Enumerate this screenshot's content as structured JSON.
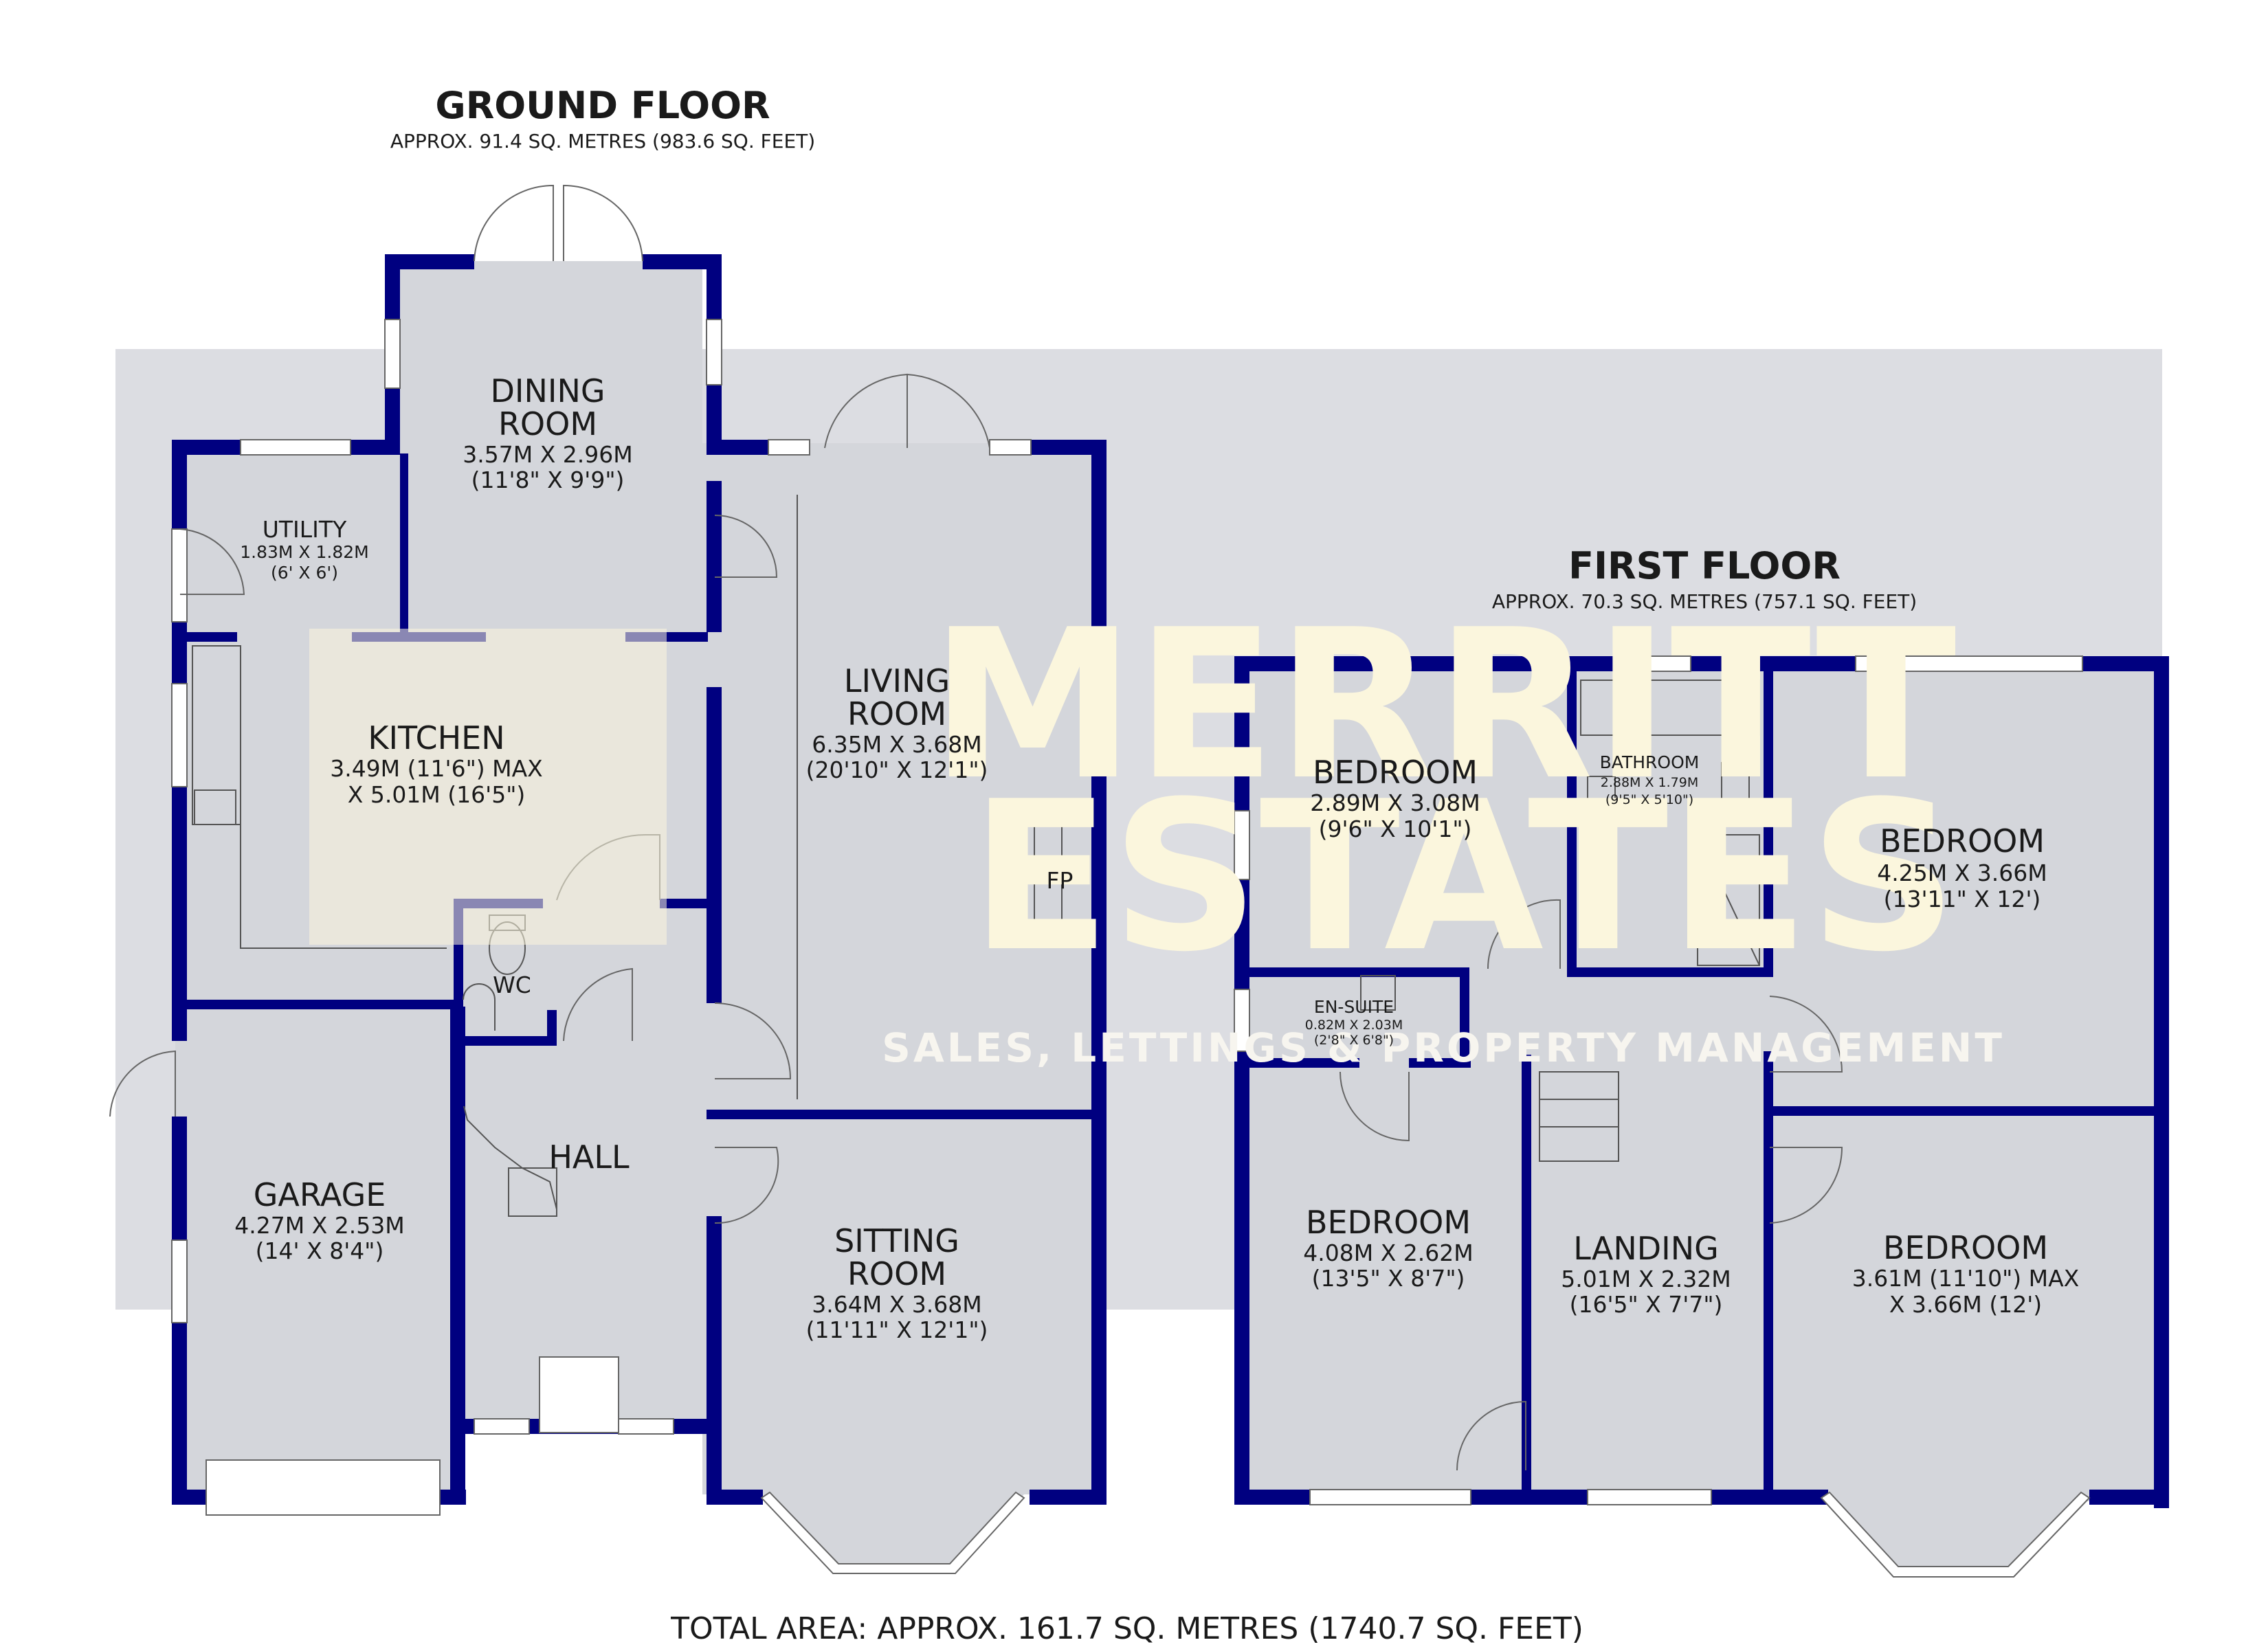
{
  "ground_floor": {
    "title": "GROUND FLOOR",
    "area": "APPROX. 91.4 SQ. METRES (983.6 SQ. FEET)",
    "rooms": {
      "dining": {
        "name_1": "DINING",
        "name_2": "ROOM",
        "dim_1": "3.57M X 2.96M",
        "dim_2": "(11'8\" X 9'9\")"
      },
      "utility": {
        "name": "UTILITY",
        "dim_1": "1.83M X 1.82M",
        "dim_2": "(6' X 6')"
      },
      "kitchen": {
        "name": "KITCHEN",
        "dim_1": "3.49M (11'6\") MAX",
        "dim_2": "X 5.01M (16'5\")"
      },
      "living": {
        "name_1": "LIVING",
        "name_2": "ROOM",
        "dim_1": "6.35M X 3.68M",
        "dim_2": "(20'10\" X 12'1\")"
      },
      "fireplace": "FP",
      "wc": "WC",
      "hall": "HALL",
      "garage": {
        "name": "GARAGE",
        "dim_1": "4.27M X 2.53M",
        "dim_2": "(14' X 8'4\")"
      },
      "sitting": {
        "name_1": "SITTING",
        "name_2": "ROOM",
        "dim_1": "3.64M X 3.68M",
        "dim_2": "(11'11\" X 12'1\")"
      }
    }
  },
  "first_floor": {
    "title": "FIRST FLOOR",
    "area": "APPROX. 70.3 SQ. METRES (757.1 SQ. FEET)",
    "rooms": {
      "bedroom_a": {
        "name": "BEDROOM",
        "dim_1": "2.89M X 3.08M",
        "dim_2": "(9'6\" X 10'1\")"
      },
      "bathroom": {
        "name": "BATHROOM",
        "dim_1": "2.88M X 1.79M",
        "dim_2": "(9'5\" X 5'10\")"
      },
      "bedroom_b": {
        "name": "BEDROOM",
        "dim_1": "4.25M X 3.66M",
        "dim_2": "(13'11\" X 12')"
      },
      "ensuite": {
        "name": "EN-SUITE",
        "dim_1": "0.82M X 2.03M",
        "dim_2": "(2'8\" X 6'8\")"
      },
      "bedroom_c": {
        "name": "BEDROOM",
        "dim_1": "4.08M X 2.62M",
        "dim_2": "(13'5\" X 8'7\")"
      },
      "landing": {
        "name": "LANDING",
        "dim_1": "5.01M X 2.32M",
        "dim_2": "(16'5\" X 7'7\")"
      },
      "bedroom_d": {
        "name": "BEDROOM",
        "dim_1": "3.61M (11'10\") MAX",
        "dim_2": "X 3.66M (12')"
      }
    }
  },
  "total_area": "TOTAL AREA: APPROX. 161.7 SQ. METRES (1740.7 SQ. FEET)",
  "watermark": {
    "line_1": "MERRITT",
    "line_2": "ESTATES",
    "tagline": "SALES, LETTINGS & PROPERTY MANAGEMENT"
  },
  "colors": {
    "wall": "#000080",
    "band": "#dcdde2",
    "floor": "#d4d6db",
    "watermark": "#fbf6dd"
  }
}
